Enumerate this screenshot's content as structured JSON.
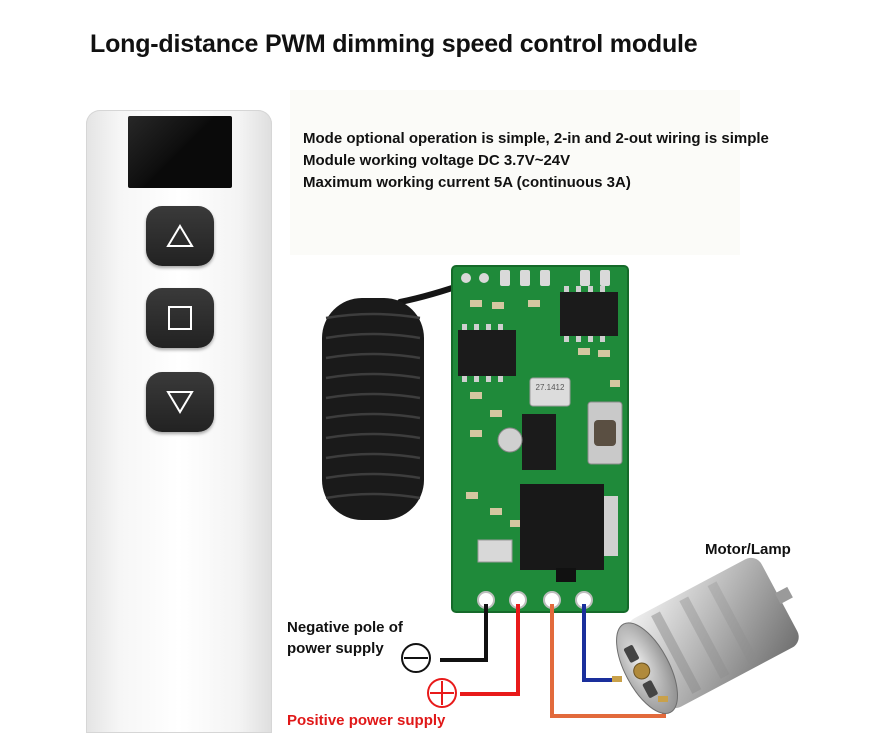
{
  "title": "Long-distance PWM dimming speed control module",
  "specs": [
    "Mode optional operation is simple, 2-in and 2-out wiring is simple",
    "Module working voltage DC 3.7V~24V",
    "Maximum working current 5A (continuous 3A)"
  ],
  "labels": {
    "motor_lamp": "Motor/Lamp",
    "negative_line1": "Negative pole of",
    "negative_line2": "power supply",
    "positive": "Positive power supply"
  },
  "chips": {
    "crystal": "27.1412"
  },
  "remote": {
    "buttons": [
      "up",
      "stop",
      "down"
    ]
  },
  "colors": {
    "negative_wire": "#111111",
    "positive_wire": "#e81a1a",
    "output_wire_1": "#e26a3c",
    "output_wire_2": "#1a2f9c",
    "pcb": "#1f8a3a",
    "positive_label": "#e01818"
  }
}
